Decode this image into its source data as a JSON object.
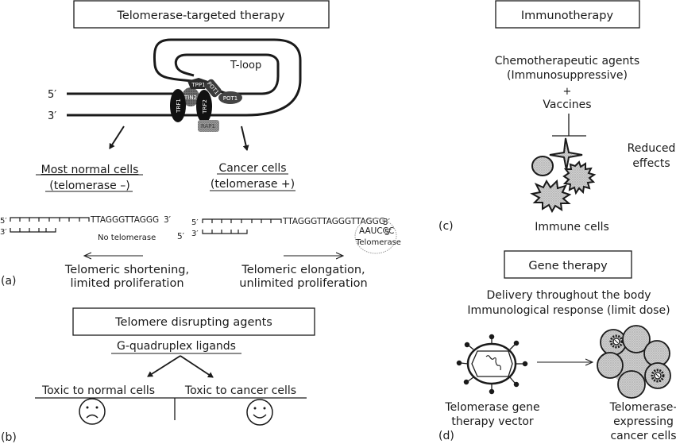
{
  "panel_a": {
    "label": "(a)",
    "title": "Telomerase-targeted therapy",
    "t_loop_label": "T-loop",
    "strand_5": "5′",
    "strand_3": "3′",
    "proteins": {
      "trf1": "TRF1",
      "trf2": "TRF2",
      "tin2": "TIN2",
      "tpp1": "TPP1",
      "pot1_a": "POT1",
      "pot1_b": "POT1",
      "rap1": "RAP1"
    },
    "normal": {
      "line1": "Most normal cells",
      "line2": "(telomerase –)",
      "seq_top_5": "5′",
      "seq_bottom_3": "3′",
      "sequence": "TTAGGGTTAGGG",
      "seq_end_3": "3′",
      "note": "No telomerase",
      "outcome1": "Telomeric shortening,",
      "outcome2": "limited proliferation"
    },
    "cancer": {
      "line1": "Cancer cells",
      "line2": "(telomerase +)",
      "seq_top_5": "5′",
      "seq_bottom_5": "5′",
      "seq_bottom_3": "3′",
      "sequence": "TTAGGGTTAGGGTTAGGG",
      "seq_end_3": "3′",
      "template": "AAUCCC",
      "template_end": "5′",
      "enzyme": "Telomerase",
      "outcome1": "Telomeric elongation,",
      "outcome2": "unlimited proliferation"
    }
  },
  "panel_b": {
    "label": "(b)",
    "title": "Telomere disrupting agents",
    "agent": "G-quadruplex ligands",
    "left": "Toxic to normal cells",
    "right": "Toxic to cancer cells",
    "left_face": "sad",
    "right_face": "happy"
  },
  "panel_c": {
    "label": "(c)",
    "title": "Immunotherapy",
    "line1": "Chemotherapeutic agents",
    "line2": "(Immunosuppressive)",
    "plus": "+",
    "line3": "Vaccines",
    "effect1": "Reduced",
    "effect2": "effects",
    "cells": "Immune cells"
  },
  "panel_d": {
    "label": "(d)",
    "title": "Gene therapy",
    "line1": "Delivery throughout the body",
    "line2": "Immunological response (limit dose)",
    "vector1": "Telomerase gene",
    "vector2": "therapy vector",
    "target1": "Telomerase-",
    "target2": "expressing",
    "target3": "cancer cells"
  }
}
